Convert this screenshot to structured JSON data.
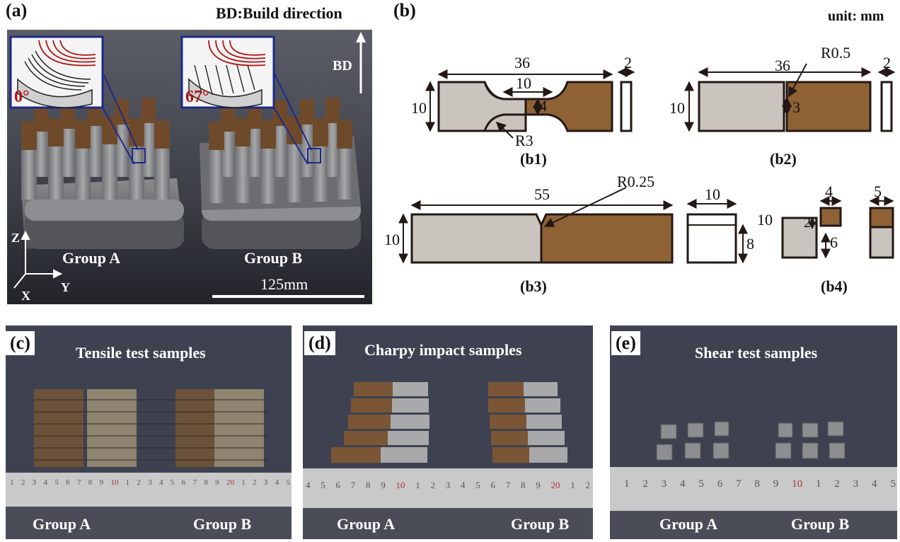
{
  "panel_a": {
    "label": "(a)",
    "bd_caption": "BD:Build direction",
    "bd_arrow_label": "BD",
    "inset_left_angle": "0°",
    "inset_right_angle": "67°",
    "group_a": "Group A",
    "group_b": "Group B",
    "scale_text": "125mm",
    "axis_z": "Z",
    "axis_x": "X",
    "axis_y": "Y"
  },
  "panel_b": {
    "label": "(b)",
    "unit": "unit: mm",
    "b1": {
      "caption": "(b1)",
      "length": "36",
      "thickness": "2",
      "height": "10",
      "gauge_len": "10",
      "gauge_w": "4",
      "radius": "R3"
    },
    "b2": {
      "caption": "(b2)",
      "length": "36",
      "thickness": "2",
      "height": "10",
      "notch_w": "3",
      "radius": "R0.5"
    },
    "b3": {
      "caption": "(b3)",
      "length": "55",
      "height": "10",
      "radius": "R0.25",
      "side_w": "10",
      "side_h": "8"
    },
    "b4": {
      "caption": "(b4)",
      "height": "10",
      "step_w": "4",
      "step_d": "2",
      "lower_h": "6",
      "side_w": "5"
    }
  },
  "panel_c": {
    "label": "(c)",
    "title": "Tensile test samples",
    "group_a": "Group A",
    "group_b": "Group B",
    "ruler": [
      "1",
      "2",
      "3",
      "4",
      "5",
      "6",
      "7",
      "8",
      "9",
      "10",
      "1",
      "2",
      "3",
      "4",
      "5",
      "6",
      "7",
      "8",
      "9",
      "20",
      "1",
      "2",
      "3",
      "4",
      "5"
    ]
  },
  "panel_d": {
    "label": "(d)",
    "title": "Charpy impact samples",
    "group_a": "Group A",
    "group_b": "Group B",
    "ruler": [
      "4",
      "5",
      "6",
      "7",
      "8",
      "9",
      "10",
      "1",
      "2",
      "3",
      "4",
      "5",
      "6",
      "7",
      "8",
      "9",
      "20",
      "1",
      "2"
    ]
  },
  "panel_e": {
    "label": "(e)",
    "title": "Shear test samples",
    "group_a": "Group A",
    "group_b": "Group B",
    "ruler": [
      "1",
      "2",
      "3",
      "4",
      "5",
      "6",
      "7",
      "8",
      "9",
      "10",
      "1",
      "2",
      "3",
      "4",
      "5"
    ]
  },
  "colors": {
    "copper": "#8e6235",
    "steel": "#c9c4bd",
    "outline": "#231815",
    "inset_frame": "#1c2a8a",
    "red_lines": "#b01515"
  }
}
